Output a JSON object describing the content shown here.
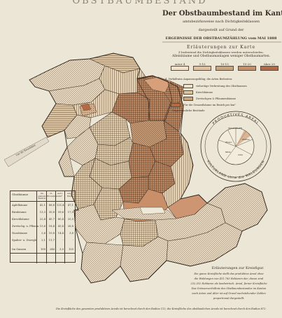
{
  "masthead": "OBSTBAUMBESTAND",
  "title": "Der Obstbaumbestand im Kanton Bern",
  "subtitle_lines": [
    "amtsbezirksweise nach Dichtigkeitsklassen",
    "dargestellt auf Grund der",
    "ERGEBNISSE DER OBSTBAUMZÄHLUNG vom MAI 1888"
  ],
  "legend": {
    "title": "Erläuterungen zur Karte",
    "note_lines": [
      "Z bedeutend die Dichtigkeitsklassen werden unterschieden.",
      "Alleinbäume und Obstbaumanlagen weniger Obstbaumarten."
    ],
    "classes": [
      {
        "label": "unter 4",
        "color": "#efe2c8"
      },
      {
        "label": "5-10",
        "color": "#dfc39e"
      },
      {
        "label": "10-15",
        "color": "#c9a57c"
      },
      {
        "label": "15-20",
        "color": "#c88f68"
      },
      {
        "label": "über 20",
        "color": "#b56a44"
      }
    ],
    "sep_note": "d. Verhältniss Anpassungsfähig; die Arten Bedeuten:",
    "keys": [
      {
        "label": "vielseitige Verbreitung des Obstbaumes",
        "color": "#efe2c8"
      },
      {
        "label": "Kirschbäume",
        "color": "#dcc3a0"
      },
      {
        "label": "Zwetschgen & Pflaumenbäume",
        "color": "#c9a57c"
      },
      {
        "label": "Für die Gesamtbäume im Bezirk pro km²",
        "color": "#b56a44"
      }
    ],
    "unterholz": "Ungewöhnliche Bestände"
  },
  "circle": {
    "outer_top": "PRODUKTIVES AREAL",
    "outer_bottom": "KULTURLAND ohne die WALDUNGEN",
    "inner_label": "WALDUNGEN",
    "wedge_labels": [
      "Wiesen",
      "Obstbau",
      "Acker",
      "Reben"
    ]
  },
  "lake_label": "Lac de Neuchâtel",
  "table": {
    "header": "Obstbäume",
    "columns": [
      "im ganzen Kanton",
      "in Prozenten",
      "auf 1 km²",
      "auf 1 Einw."
    ],
    "rows": [
      {
        "name": "Apfelbäume",
        "values": [
          "42,1",
          "88,8",
          "121,4",
          "47,1"
        ]
      },
      {
        "name": "Birnbäume",
        "values": [
          "13,3",
          "30,8",
          "59,6",
          "17,5"
        ]
      },
      {
        "name": "Kirschbäume",
        "values": [
          "22,4",
          "45,7",
          "80,4",
          "25,5"
        ]
      },
      {
        "name": "Zwetschg. u. Pflaum.",
        "values": [
          "15,6",
          "18,4",
          "43,4",
          "26,8"
        ]
      },
      {
        "name": "Nussbäume",
        "values": [
          "2,6",
          "10,8",
          "14,4",
          "3,8"
        ]
      },
      {
        "name": "Spalier- u. Zwergb.",
        "values": [
          "2,1",
          "11,7",
          "-",
          "-"
        ]
      },
      {
        "name": "Im Ganzen",
        "values": [
          "100",
          "246",
          "3,5",
          "125"
        ]
      }
    ]
  },
  "kreis": {
    "title": "Erläuterungen zur Kreisfigur.",
    "lines": [
      "Die ganze Kreisfläche stellt das produktive Areal ohne",
      "die Waldungen von 431.783 Hektaren dar; davon sind",
      "232.352 Hektaren als landwirtsch. Areal, ferner Kreisfläche",
      "Das Grössenverhältnis des Obstbaumbestandes im Kanton",
      "nach Arten und Alter ist auf Grund nachstehender Zahlen",
      "proportional dargestellt."
    ]
  },
  "footnote": "Die Kreisfläche des gesamten produktiven Areals ist berechnet durch den Radius 112; die Kreisfläche des obstbaulichen Areals ist berechnet durch den Radius 872."
}
